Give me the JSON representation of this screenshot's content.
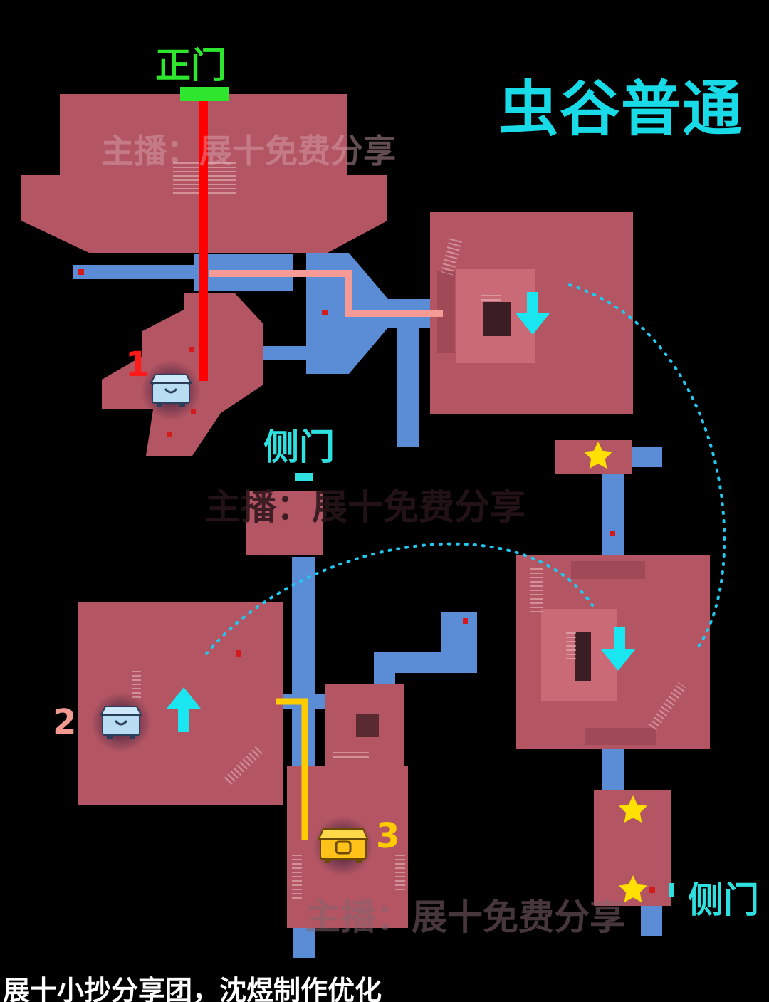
{
  "title": "虫谷普通",
  "gates": {
    "main": "正门",
    "side_upper": "侧门",
    "side_lower": "侧门"
  },
  "chests": {
    "c1": "1",
    "c2": "2",
    "c3": "3"
  },
  "watermark": "主播：展十免费分享",
  "credit": "展十小抄分享团，沈煜制作优化",
  "colors": {
    "title": "#19dbe8",
    "main_gate": "#2ee62e",
    "side_gate": "#2fe0e0",
    "route_1": "#ff0000",
    "route_1_branch": "#f59a94",
    "route_3": "#ffcc00",
    "room": "#b35563",
    "corridor": "#5b8cd6",
    "arrow": "#19e6f0",
    "star": "#ffe000"
  },
  "icons": {
    "chest_normal": "blue-treasure-chest-icon",
    "chest_gold": "gold-treasure-chest-icon",
    "star": "star-icon",
    "arrow": "direction-arrow-icon"
  }
}
